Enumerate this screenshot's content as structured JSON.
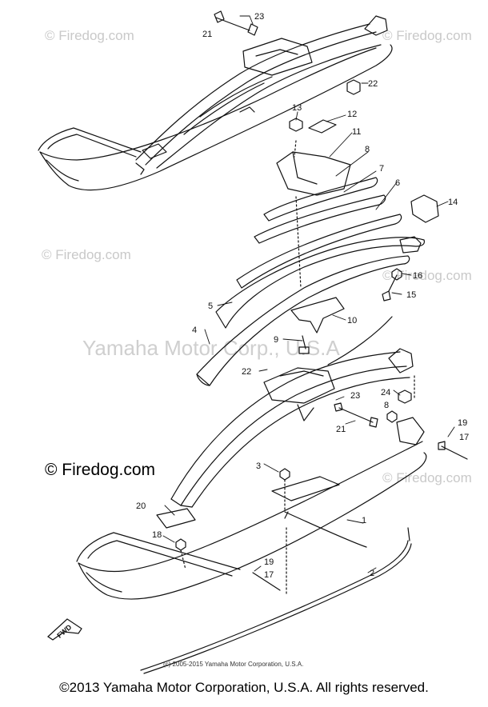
{
  "watermarks": {
    "site": "© Firedog.com",
    "site_large": "© Firedog.com",
    "brand": "Yamaha Motor Corp., U.S.A"
  },
  "part_numbers": [
    "23",
    "21",
    "22",
    "13",
    "12",
    "11",
    "8",
    "7",
    "6",
    "14",
    "16",
    "15",
    "5",
    "4",
    "9",
    "10",
    "22",
    "24",
    "23",
    "21",
    "8",
    "19",
    "17",
    "3",
    "20",
    "18",
    "19",
    "17",
    "1",
    "2"
  ],
  "front_marker": "FWD",
  "copyright_small": "(c) 2005-2015 Yamaha Motor Corporation, U.S.A.",
  "copyright_main": "©2013 Yamaha Motor Corporation, U.S.A. All rights reserved."
}
